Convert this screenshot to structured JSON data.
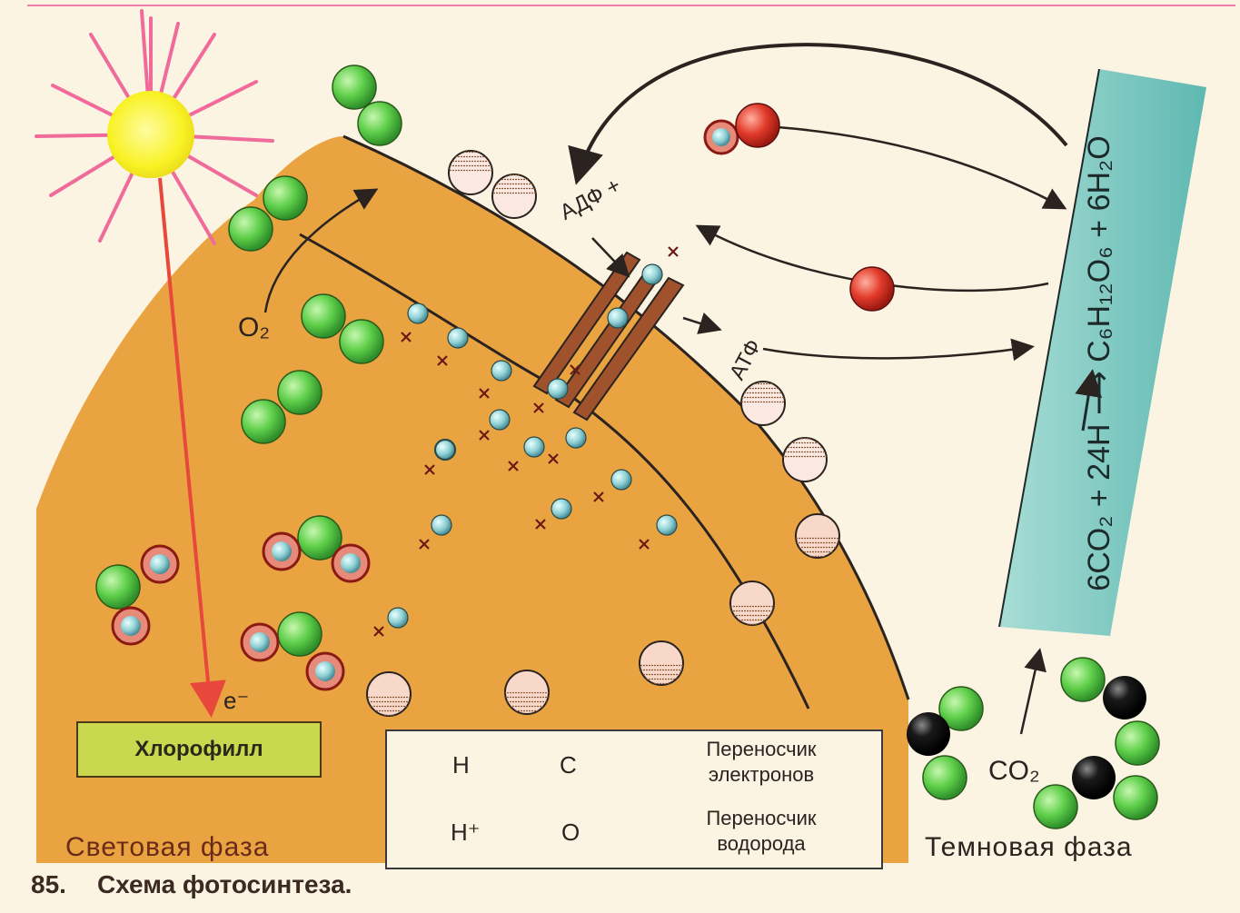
{
  "labels": {
    "light_phase": "Световая   фаза",
    "dark_phase": "Темновая   фаза",
    "caption_number": "85.",
    "caption_text": "Схема фотосинтеза.",
    "chlorophyll": "Хлорофилл",
    "o2": "O₂",
    "co2": "CO₂",
    "e_minus": "e⁻",
    "adp": "АДФ +",
    "atp": "АТФ",
    "equation": "6CO₂ + 24H ⟶ C₆H₁₂O₆ + 6H₂O"
  },
  "legend": {
    "h_label": "Н",
    "c_label": "С",
    "electron_carrier": "Переносчик электронов",
    "electron_carrier_line1": "Переносчик",
    "electron_carrier_line2": "электронов",
    "hplus_label": "Н⁺",
    "o_label": "О",
    "hydrogen_carrier_line1": "Переносчик",
    "hydrogen_carrier_line2": "водорода"
  },
  "colors": {
    "background": "#fbf4e2",
    "stroma": "#e9a441",
    "membrane": "#7a4a28",
    "sun": "#f8f224",
    "sun_rays": "#f06a9a",
    "light_beam": "#e8473c",
    "oxygen": "#5fcf4a",
    "carbon": "#1a1a1a",
    "hydrogen_ion": "#8fd0d4",
    "hydrogen_carrier": "#e23a2a",
    "dark_phase_band": "#7ecbc4",
    "chlorophyll_box": "#c9d84f",
    "top_rule": "#f07aa8"
  },
  "icons": [
    "sun-icon",
    "oxygen-atom-icon",
    "carbon-atom-icon",
    "hydrogen-atom-icon",
    "hydrogen-ion-icon",
    "electron-carrier-icon",
    "hydrogen-carrier-icon",
    "atp-synthase-icon"
  ]
}
